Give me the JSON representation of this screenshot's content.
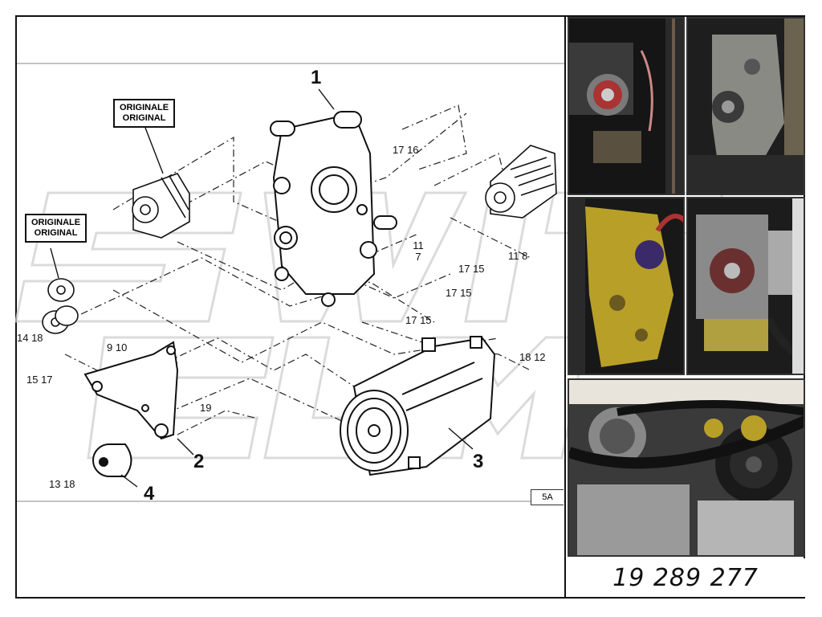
{
  "diagram": {
    "callouts": {
      "main_1": "1",
      "main_2": "2",
      "main_3": "3",
      "main_4": "4",
      "c_17_16": "17 16",
      "c_11_7": "11\n7",
      "c_11_8": "11 8",
      "c_17_15a": "17 15",
      "c_17_15b": "17 15",
      "c_17_15c": "17 15",
      "c_18_12": "18 12",
      "c_9_10": "9 10",
      "c_15_17": "15 17",
      "c_19": "19",
      "c_14_18": "14 18",
      "c_13_18": "13 18"
    },
    "original_label_1": "ORIGINALE\nORIGINAL",
    "original_label_2": "ORIGINALE\nORIGINAL",
    "sheet_tag": "5A"
  },
  "part_number": "19 289 277",
  "colors": {
    "frame": "#111111",
    "line": "#222222",
    "watermark": "#c8c8c8"
  }
}
